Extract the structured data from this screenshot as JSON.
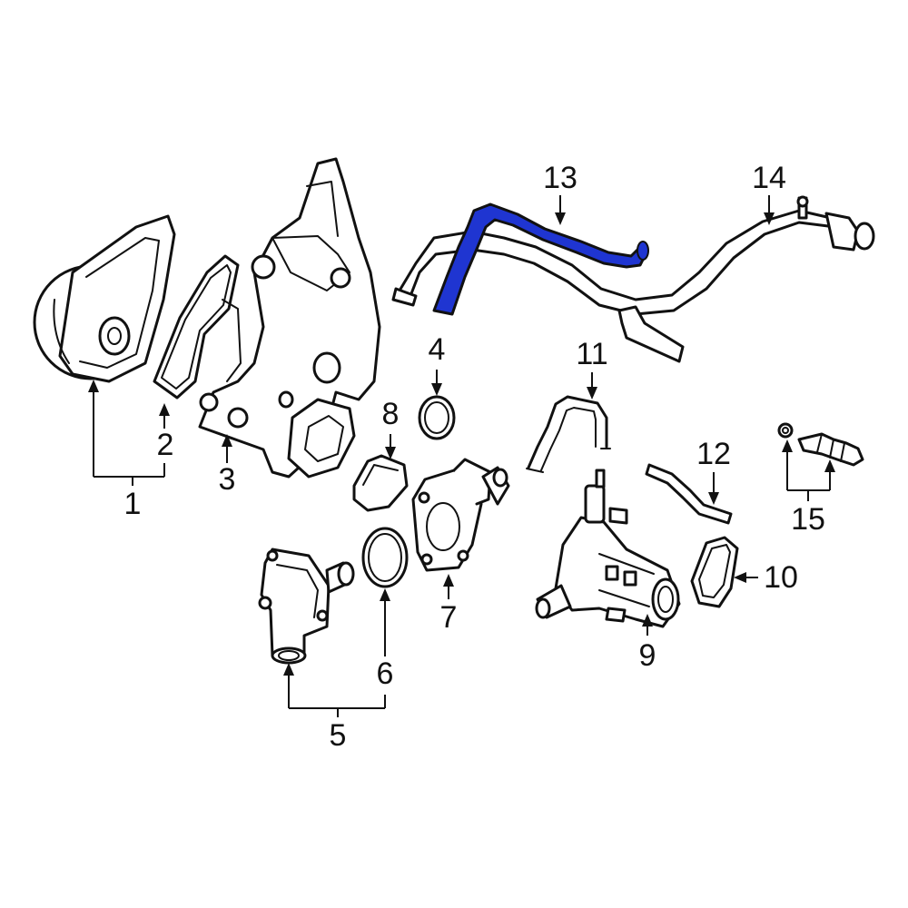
{
  "diagram": {
    "highlight_color": "#1f35d1",
    "line_color": "#111111",
    "background_color": "#ffffff",
    "callouts": [
      {
        "id": "1",
        "label": "1"
      },
      {
        "id": "2",
        "label": "2"
      },
      {
        "id": "3",
        "label": "3"
      },
      {
        "id": "4",
        "label": "4"
      },
      {
        "id": "5",
        "label": "5"
      },
      {
        "id": "6",
        "label": "6"
      },
      {
        "id": "7",
        "label": "7"
      },
      {
        "id": "8",
        "label": "8"
      },
      {
        "id": "9",
        "label": "9"
      },
      {
        "id": "10",
        "label": "10"
      },
      {
        "id": "11",
        "label": "11"
      },
      {
        "id": "12",
        "label": "12"
      },
      {
        "id": "13",
        "label": "13"
      },
      {
        "id": "14",
        "label": "14"
      },
      {
        "id": "15",
        "label": "15"
      }
    ],
    "highlighted_part": "13"
  }
}
